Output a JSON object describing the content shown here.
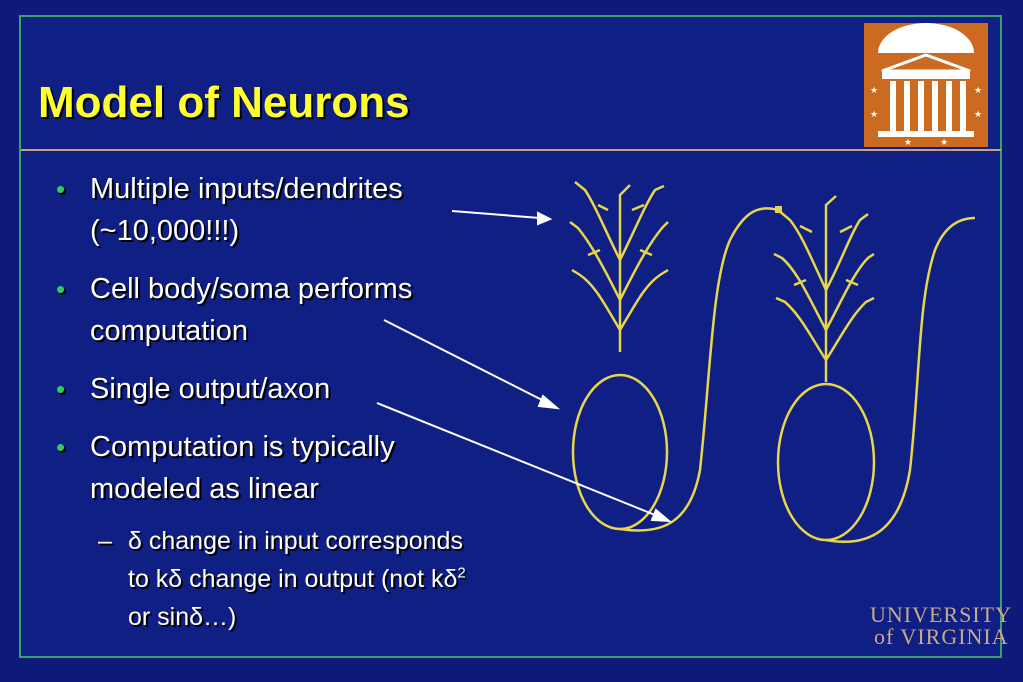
{
  "slide": {
    "title": "Model of Neurons",
    "bullets": [
      {
        "text": "Multiple inputs/dendrites (~10,000!!!)"
      },
      {
        "text": "Cell body/soma performs computation"
      },
      {
        "text": "Single output/axon"
      },
      {
        "text": "Computation is typically modeled as linear"
      }
    ],
    "sub_bullet": {
      "dash": "–",
      "part1": "δ change in input corresponds to kδ change in output (not kδ",
      "sup": "2",
      "part2": " or sinδ…)"
    }
  },
  "footer": {
    "logo_line1": "UNIVERSITY",
    "logo_line2": "of VIRGINIA"
  },
  "colors": {
    "background": "#0f1f83",
    "title": "#ffff2e",
    "bullet_dot": "#33cc55",
    "neuron": "#e8d64a",
    "logo_orange": "#cc6a22"
  },
  "icons": {
    "logo": "rotunda-logo-icon",
    "bullet": "bullet-dot"
  }
}
